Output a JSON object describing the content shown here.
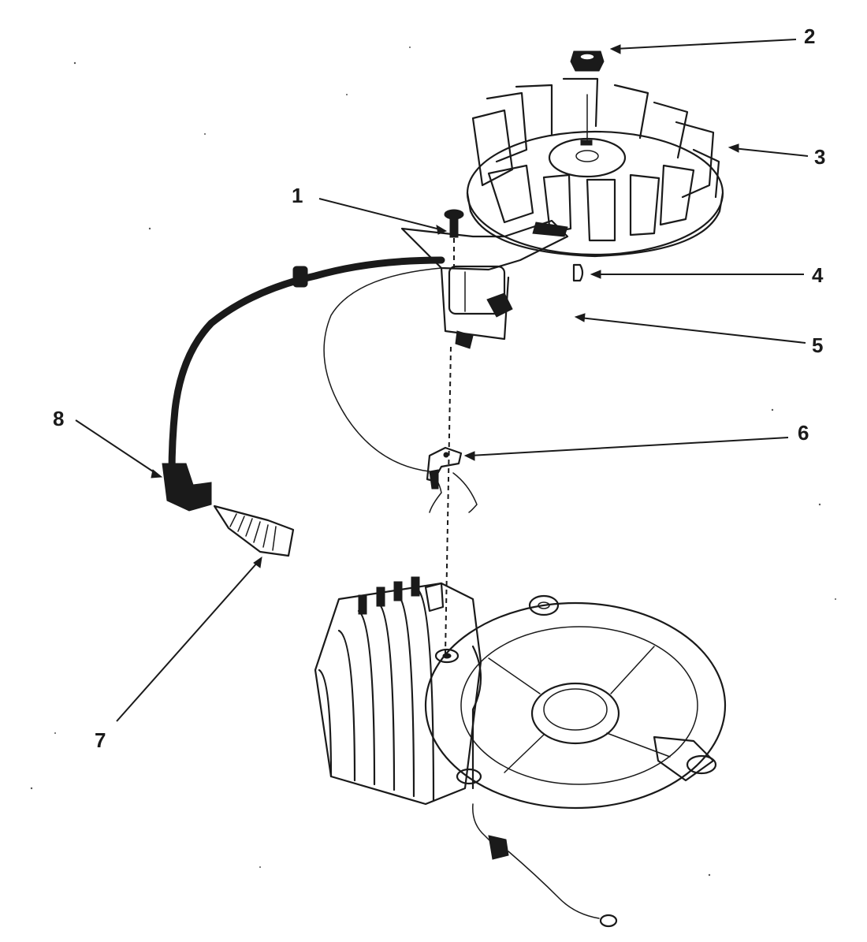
{
  "callouts": [
    {
      "id": "1",
      "label": "1"
    },
    {
      "id": "2",
      "label": "2"
    },
    {
      "id": "3",
      "label": "3"
    },
    {
      "id": "4",
      "label": "4"
    },
    {
      "id": "5",
      "label": "5"
    },
    {
      "id": "6",
      "label": "6"
    },
    {
      "id": "7",
      "label": "7"
    },
    {
      "id": "8",
      "label": "8"
    }
  ],
  "colors": {
    "ink": "#1a1a1a",
    "background": "#ffffff"
  }
}
